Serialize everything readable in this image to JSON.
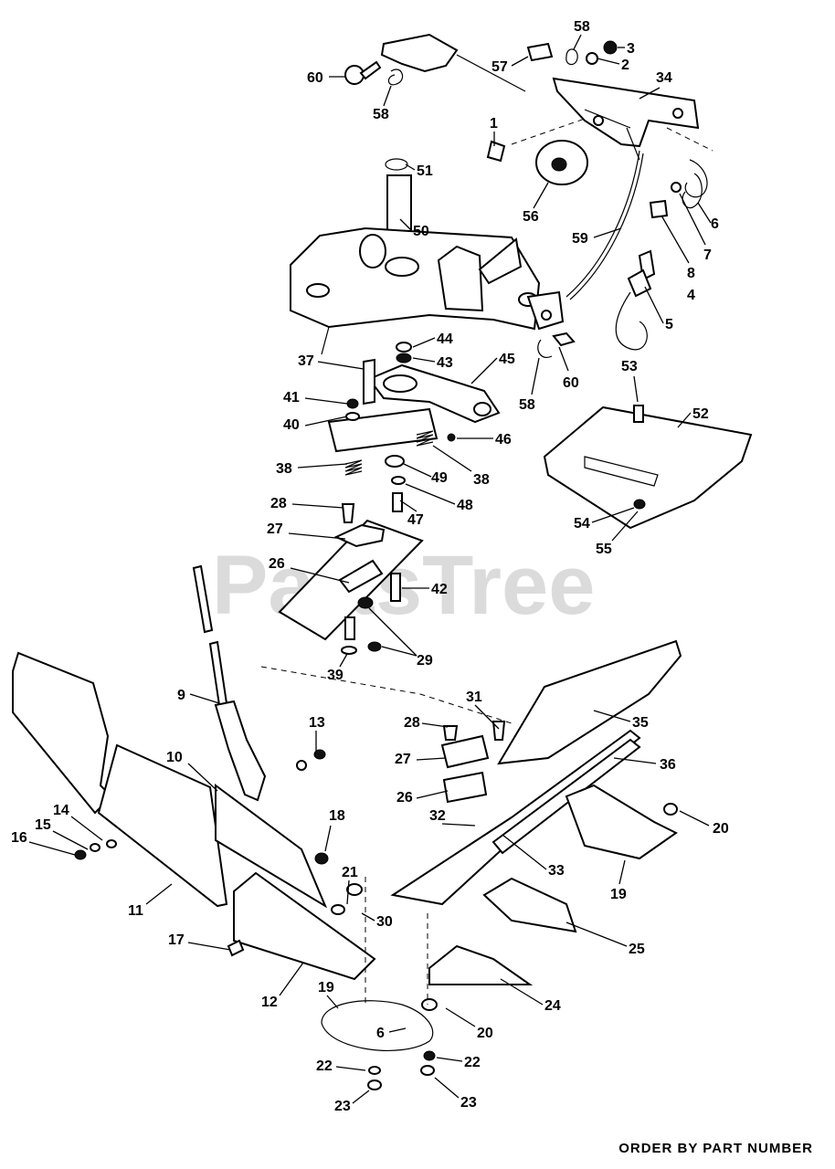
{
  "watermark": "PartsTree",
  "footer": "ORDER BY PART NUMBER",
  "callouts": [
    "1",
    "2",
    "3",
    "4",
    "5",
    "6",
    "6",
    "7",
    "8",
    "9",
    "10",
    "11",
    "12",
    "13",
    "14",
    "15",
    "16",
    "17",
    "18",
    "19",
    "19",
    "20",
    "20",
    "21",
    "22",
    "22",
    "23",
    "23",
    "24",
    "25",
    "26",
    "26",
    "27",
    "27",
    "28",
    "28",
    "29",
    "30",
    "31",
    "32",
    "33",
    "34",
    "35",
    "36",
    "37",
    "38",
    "38",
    "39",
    "40",
    "41",
    "42",
    "43",
    "44",
    "45",
    "46",
    "47",
    "48",
    "49",
    "50",
    "51",
    "52",
    "53",
    "54",
    "55",
    "56",
    "57",
    "58",
    "58",
    "58",
    "59",
    "60",
    "60"
  ]
}
